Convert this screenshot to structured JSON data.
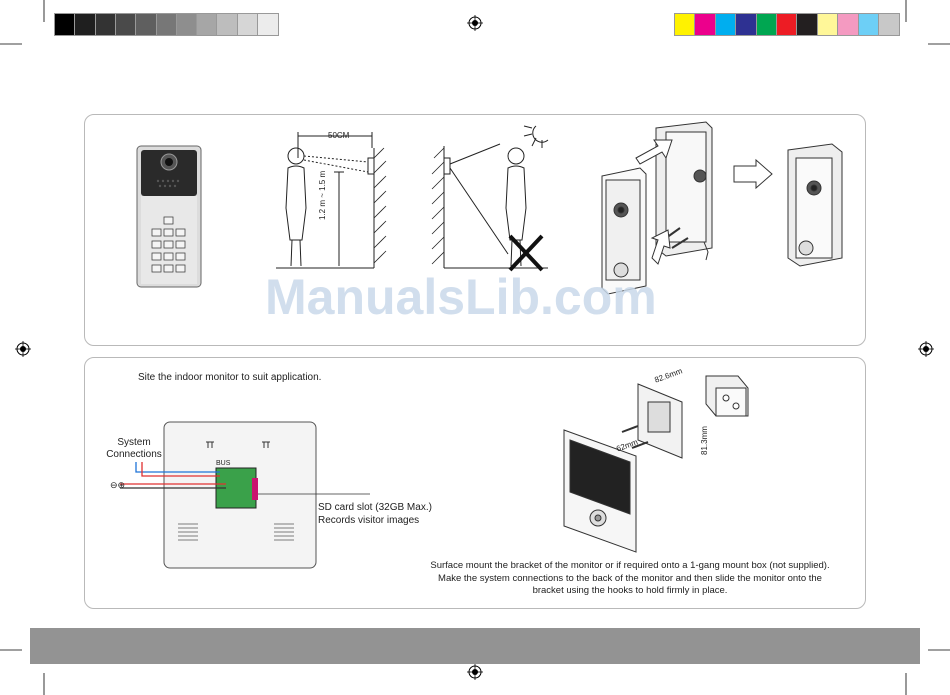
{
  "swatches_gray": [
    "#000000",
    "#1f1f1f",
    "#333333",
    "#4a4a4a",
    "#5f5f5f",
    "#777777",
    "#8e8e8e",
    "#a6a6a6",
    "#bdbdbd",
    "#d6d6d6",
    "#ececec"
  ],
  "swatches_color": [
    "#fff200",
    "#ec008c",
    "#00aeef",
    "#2e3192",
    "#00a651",
    "#ed1c24",
    "#231f20",
    "#fff799",
    "#f49ac1",
    "#6dcff6",
    "#c8c8c8"
  ],
  "top_panel": {
    "wall_distance_label": "50CM",
    "height_range_label": "1.2 m ~ 1.5 m",
    "watermark": "ManualsLib.com"
  },
  "bottom_panel": {
    "intro_text": "Site the indoor monitor to suit application.",
    "system_connections_label": [
      "System",
      "Connections"
    ],
    "bus_label": "BUS",
    "sd_card_label": [
      "SD card slot (32GB Max.)",
      "Records visitor images"
    ],
    "dim_82_6": "82.6mm",
    "dim_62": "62mm",
    "dim_81_3": "81.3mm",
    "instructions": [
      "Surface mount the bracket of the monitor or if required onto a 1-gang mount box (not supplied).",
      "Make the system connections to the back of the monitor and then slide the monitor onto the",
      "bracket  using the hooks to hold firmly in place."
    ]
  }
}
